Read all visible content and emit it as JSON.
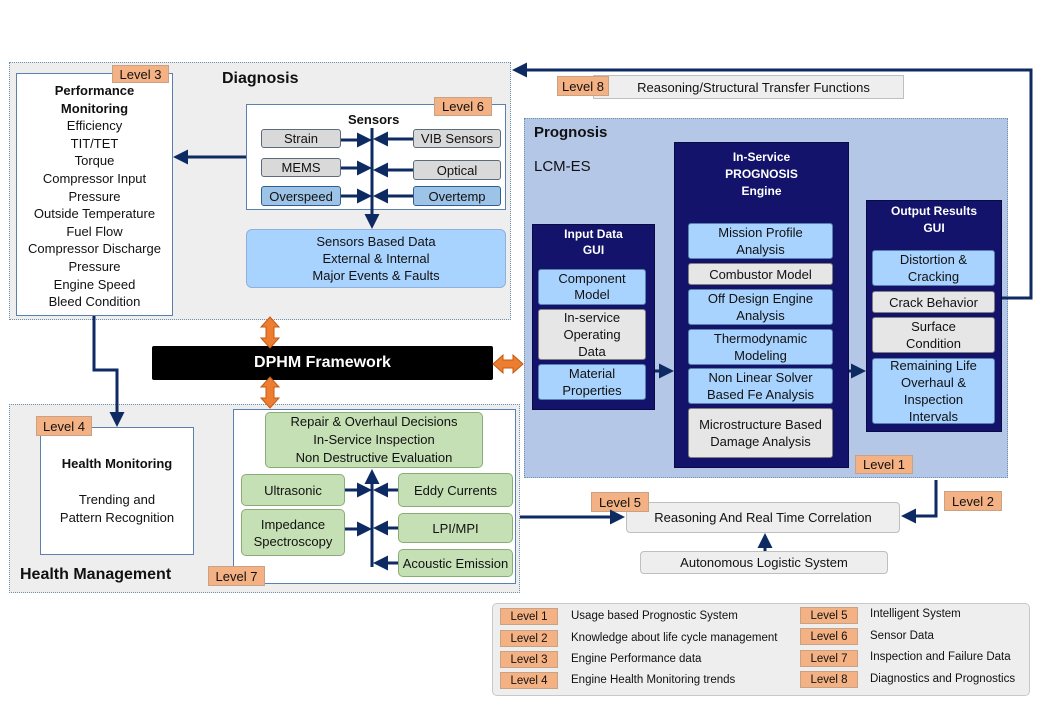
{
  "colors": {
    "navy_arrow": "#0e2a63",
    "orange_arrow": "#ed7d31",
    "level_tag": "#f4b183",
    "panel_gray": "#eeeeee",
    "prognosis_panel": "#b4c7e7",
    "navy_box": "#13136b",
    "green_box": "#c5e0b4",
    "light_blue_box": "#a9d3ff"
  },
  "diagnosis": {
    "title": "Diagnosis",
    "performance": {
      "level": "Level 3",
      "title_line1": "Performance",
      "title_line2": "Monitoring",
      "items": [
        "Efficiency",
        "TIT/TET",
        "Torque",
        "Compressor Input",
        "Pressure",
        "Outside Temperature",
        "Fuel Flow",
        "Compressor Discharge",
        "Pressure",
        "Engine Speed",
        "Bleed Condition"
      ]
    },
    "sensors": {
      "title": "Sensors",
      "level": "Level 6",
      "left": [
        "Strain",
        "MEMS",
        "Overspeed"
      ],
      "right": [
        "VIB Sensors",
        "Optical",
        "Overtemp"
      ],
      "data_lines": [
        "Sensors Based Data",
        "External & Internal",
        "Major Events & Faults"
      ]
    }
  },
  "level8": {
    "level": "Level 8",
    "text": "Reasoning/Structural Transfer Functions"
  },
  "prognosis": {
    "title": "Prognosis",
    "subtitle": "LCM-ES",
    "level": "Level 1",
    "input": {
      "title_lines": [
        "Input Data",
        "GUI"
      ],
      "items": [
        "Component Model",
        "In-service Operating Data",
        "Material Properties"
      ]
    },
    "engine": {
      "title_lines": [
        "In-Service",
        "PROGNOSIS",
        "Engine"
      ],
      "items": [
        "Mission Profile Analysis",
        "Combustor Model",
        "Off Design Engine Analysis",
        "Thermodynamic Modeling",
        "Non Linear Solver Based Fe Analysis",
        "Microstructure Based Damage Analysis"
      ]
    },
    "output": {
      "title_lines": [
        "Output Results",
        "GUI"
      ],
      "items": [
        "Distortion & Cracking",
        "Crack Behavior",
        "Surface Condition",
        "Remaining Life Overhaul & Inspection Intervals"
      ]
    }
  },
  "framework": {
    "label": "DPHM Framework"
  },
  "health_management": {
    "title": "Health Management",
    "monitoring": {
      "level": "Level 4",
      "title": "Health Monitoring",
      "lines": [
        "Trending and",
        "Pattern Recognition"
      ]
    },
    "inspection": {
      "level": "Level 7",
      "decision_lines": [
        "Repair & Overhaul Decisions",
        "In-Service Inspection",
        "Non Destructive Evaluation"
      ],
      "left": [
        "Ultrasonic",
        "Impedance Spectroscopy"
      ],
      "right": [
        "Eddy Currents",
        "LPI/MPI",
        "Acoustic Emission"
      ]
    }
  },
  "reasoning": {
    "level5": "Level 5",
    "level2": "Level 2",
    "text": "Reasoning And Real Time Correlation",
    "autonomous": "Autonomous Logistic System"
  },
  "legend": {
    "left": [
      {
        "level": "Level 1",
        "text": "Usage based Prognostic System"
      },
      {
        "level": "Level 2",
        "text": "Knowledge about life cycle management"
      },
      {
        "level": "Level 3",
        "text": "Engine Performance data"
      },
      {
        "level": "Level 4",
        "text": "Engine Health Monitoring trends"
      }
    ],
    "right": [
      {
        "level": "Level 5",
        "text": "Intelligent System"
      },
      {
        "level": "Level 6",
        "text": "Sensor Data"
      },
      {
        "level": "Level 7",
        "text": "Inspection and Failure Data"
      },
      {
        "level": "Level 8",
        "text": "Diagnostics and Prognostics"
      }
    ]
  }
}
